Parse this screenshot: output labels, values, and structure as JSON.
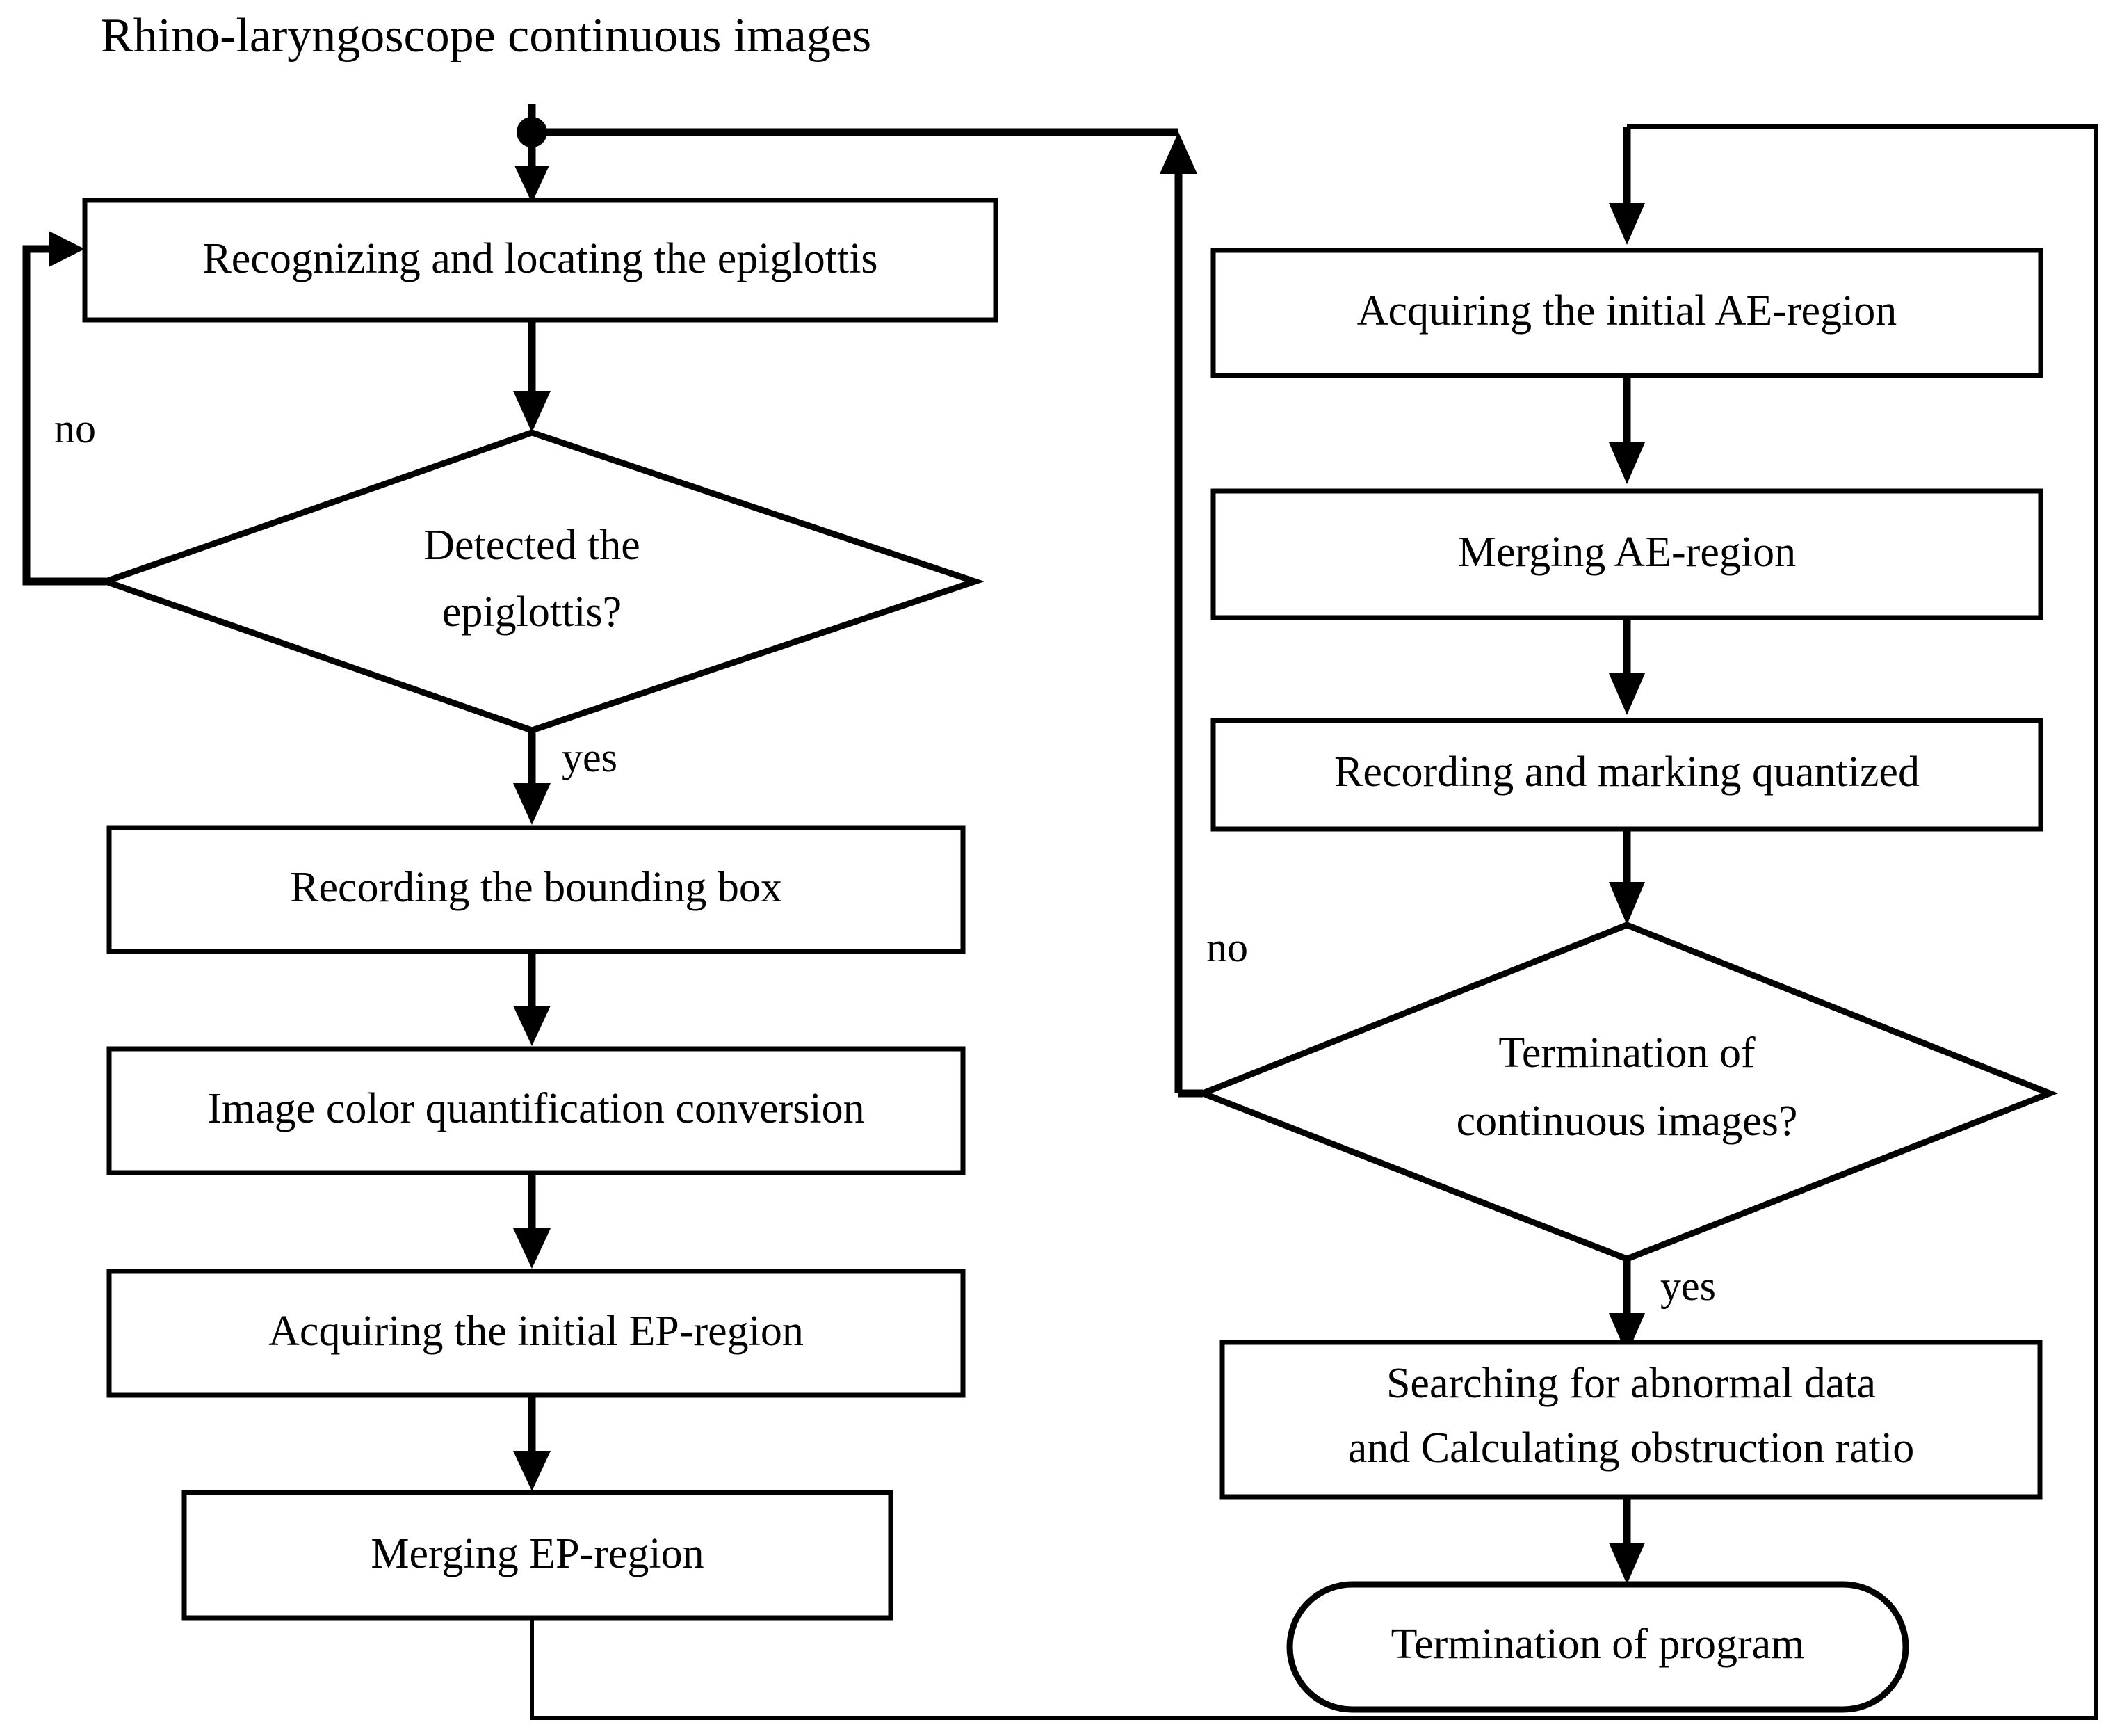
{
  "diagram": {
    "type": "flowchart",
    "title": "Rhino-laryngoscope continuous images",
    "background_color": "#ffffff",
    "line_color": "#000000",
    "nodes": [
      {
        "id": "title",
        "shape": "text",
        "label": "Rhino-laryngoscope continuous images"
      },
      {
        "id": "recognize",
        "shape": "process",
        "label": "Recognizing and locating the epiglottis"
      },
      {
        "id": "detected",
        "shape": "decision",
        "label_line1": "Detected the",
        "label_line2": "epiglottis?"
      },
      {
        "id": "record_bbox",
        "shape": "process",
        "label": "Recording the bounding box"
      },
      {
        "id": "color_quant",
        "shape": "process",
        "label": "Image color quantification conversion"
      },
      {
        "id": "acquire_ep",
        "shape": "process",
        "label": "Acquiring the initial EP-region"
      },
      {
        "id": "merge_ep",
        "shape": "process",
        "label": "Merging EP-region"
      },
      {
        "id": "acquire_ae",
        "shape": "process",
        "label": "Acquiring the initial AE-region"
      },
      {
        "id": "merge_ae",
        "shape": "process",
        "label": "Merging AE-region"
      },
      {
        "id": "record_quant",
        "shape": "process",
        "label": "Recording and marking quantized"
      },
      {
        "id": "termination_check",
        "shape": "decision",
        "label_line1": "Termination of",
        "label_line2": "continuous images?"
      },
      {
        "id": "search_abnormal",
        "shape": "process",
        "label_line1": "Searching for abnormal data",
        "label_line2": "and Calculating obstruction ratio"
      },
      {
        "id": "termination_program",
        "shape": "terminator",
        "label": "Termination of program"
      }
    ],
    "edge_labels": {
      "detected_no": "no",
      "detected_yes": "yes",
      "termination_no": "no",
      "termination_yes": "yes"
    }
  }
}
